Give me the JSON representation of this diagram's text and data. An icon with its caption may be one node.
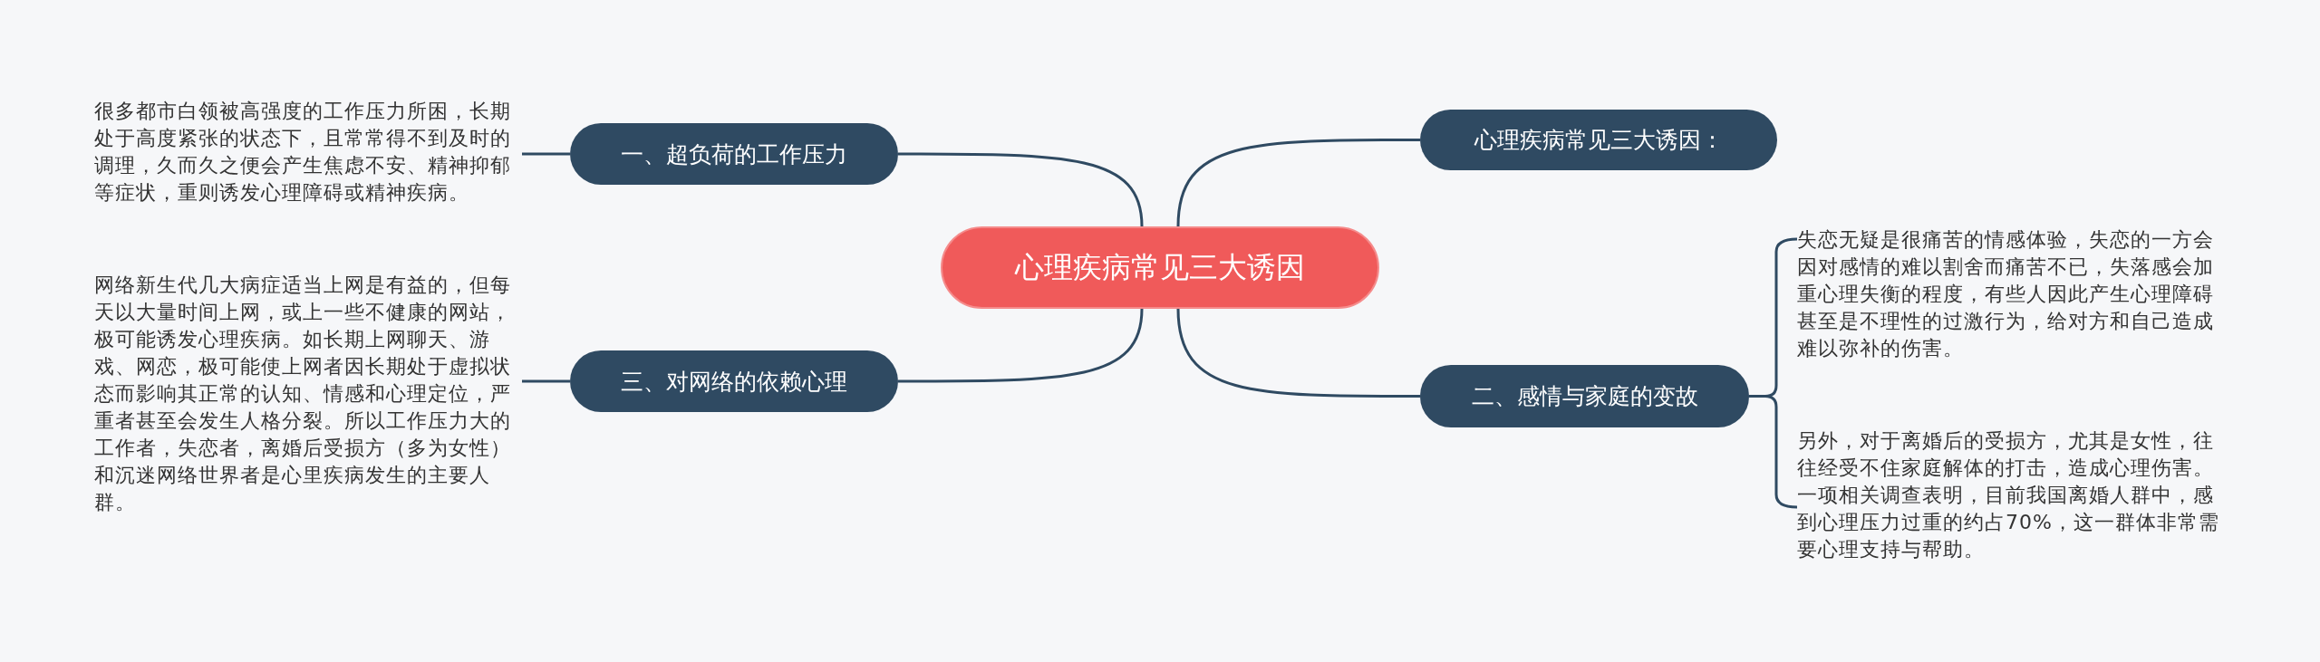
{
  "diagram": {
    "nodes": [
      {
        "text": [
          "心理疾病常见三大诱因"
        ]
      },
      {
        "text": [
          "一、超负荷的工作压力"
        ]
      },
      {
        "text": [
          "很多都市白领被高强度的工作压力所困，长期处于高度紧张的状态下，且常常得不到及时的调理，久而久之便会产生焦虑不安、精神抑郁等症状，重则诱发心理障碍或精神疾病。"
        ]
      },
      {
        "text": [
          "心理疾病常见三大诱因："
        ]
      },
      {
        "text": [
          "二、感情与家庭的变故"
        ]
      },
      {
        "text": [
          "失恋无疑是很痛苦的情感体验，失恋的一方会因对感情的难以割舍而痛苦不已，失落感会加重心理失衡的程度，有些人因此产生心理障碍甚至是不理性的过激行为，给对方和自己造成难以弥补的伤害。"
        ]
      },
      {
        "text": [
          "另外，对于离婚后的受损方，尤其是女性，往往经受不住家庭解体的打击，造成心理伤害。一项相关调查表明，目前我国离婚人群中，感到心理压力过重的约占70%，这一群体非常需要心理支持与帮助。"
        ]
      },
      {
        "text": [
          "三、对网络的依赖心理"
        ]
      },
      {
        "text": [
          "网络新生代几大病症适当上网是有益的，但每天以大量时间上网，或上一些不健康的网站，极可能诱发心理疾病。如长期上网聊天、游戏、网恋，极可能使上网者因长期处于虚拟状态而影响其正常的认知、情感和心理定位，严重者甚至会发生人格分裂。所以工作压力大的工作者，失恋者，离婚后受损方（多为女性）和沉迷网络世界者是心里疾病发生的主要人群。"
        ]
      }
    ],
    "edges": [
      {
        "from": 0,
        "to": 1,
        "arrow": "none"
      },
      {
        "from": 1,
        "to": 2,
        "arrow": "none"
      },
      {
        "from": 0,
        "to": 3,
        "arrow": "none"
      },
      {
        "from": 0,
        "to": 4,
        "arrow": "none"
      },
      {
        "from": 4,
        "to": 5,
        "arrow": "none"
      },
      {
        "from": 4,
        "to": 6,
        "arrow": "none"
      },
      {
        "from": 0,
        "to": 7,
        "arrow": "none"
      },
      {
        "from": 7,
        "to": 8,
        "arrow": "none"
      }
    ]
  }
}
